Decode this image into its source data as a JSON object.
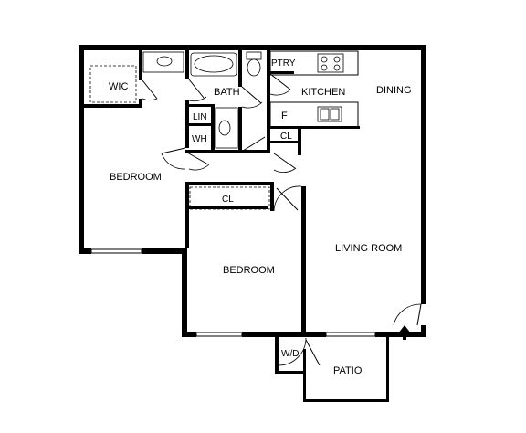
{
  "rooms": {
    "wic": "WIC",
    "bath": "BATH",
    "ptry": "PTRY",
    "kitchen": "KITCHEN",
    "dining": "DINING",
    "lin": "LIN",
    "f": "F",
    "wh": "WH",
    "cl_hall": "CL",
    "bedroom1": "BEDROOM",
    "cl_bed2": "CL",
    "bedroom2": "BEDROOM",
    "living": "LIVING ROOM",
    "wd": "W/D",
    "patio": "PATIO"
  }
}
